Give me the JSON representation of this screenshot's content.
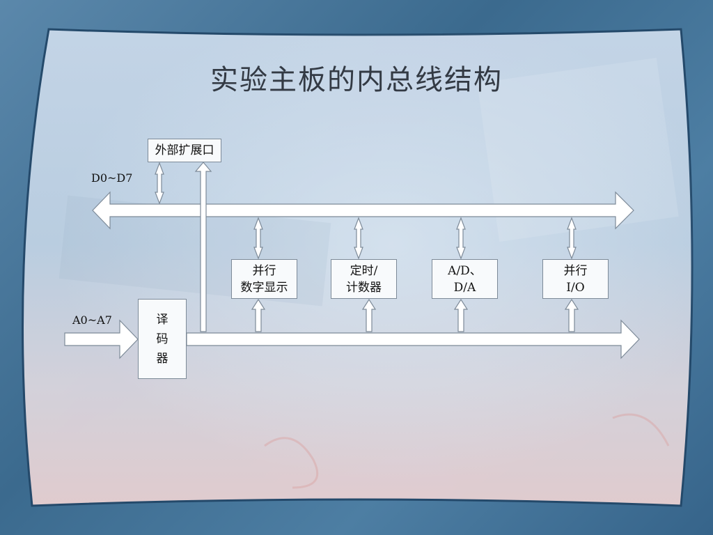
{
  "title": "实验主板的内总线结构",
  "labels": {
    "data_bus": "D0~D7",
    "address_bus": "A0~A7"
  },
  "boxes": {
    "ext_port": "外部扩展口",
    "parallel_display": {
      "line1": "并行",
      "line2": "数字显示"
    },
    "timer_counter": {
      "line1": "定时/",
      "line2": "计数器"
    },
    "adda": {
      "line1": "A/D、",
      "line2": "D/A"
    },
    "parallel_io": {
      "line1": "并行",
      "line2": "I/O"
    },
    "decoder": {
      "line1": "译",
      "line2": "码",
      "line3": "器"
    }
  },
  "colors": {
    "border_blue": "#3f6f93",
    "panel": "#c9d8e6",
    "arrow_fill": "#ffffff",
    "arrow_stroke": "#7d8a98"
  }
}
